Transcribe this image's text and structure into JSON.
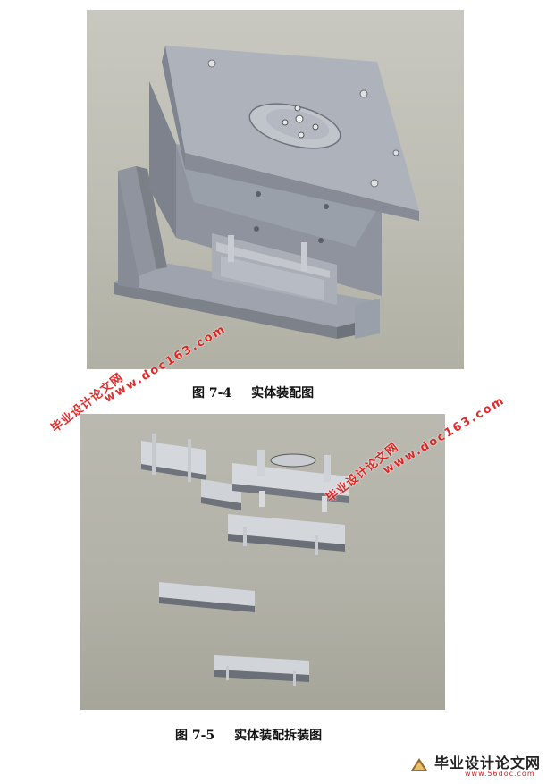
{
  "figures": [
    {
      "label": "图 7-4",
      "title": "实体装配图"
    },
    {
      "label": "图 7-5",
      "title": "实体装配拆装图"
    }
  ],
  "watermarks": {
    "cn": "毕业设计论文网",
    "url": "www.doc163.com"
  },
  "footer": {
    "title": "毕业设计论文网",
    "url": "www.56doc.com"
  }
}
